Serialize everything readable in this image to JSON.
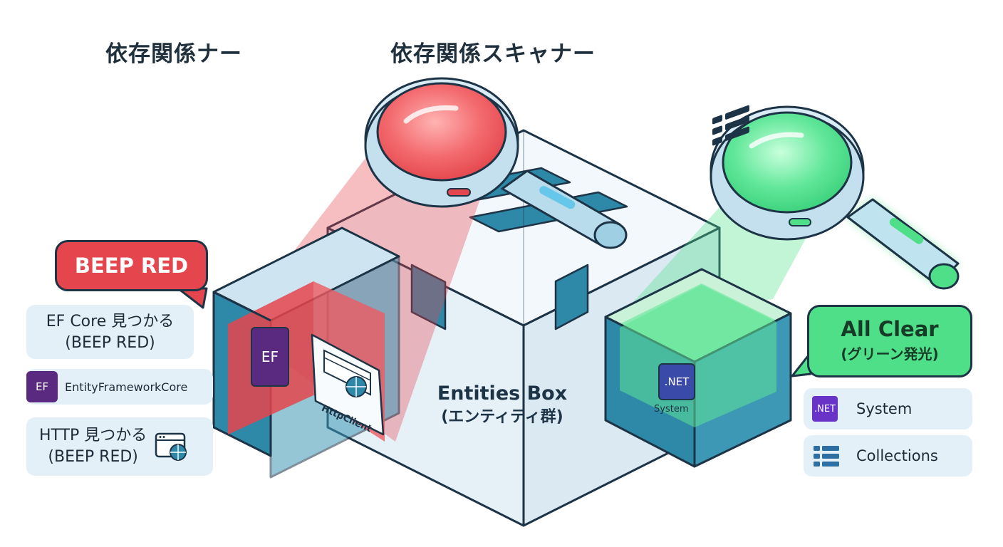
{
  "titles": {
    "left": "依存関係ナー",
    "center": "依存関係スキャナー"
  },
  "red_side": {
    "bubble": "BEEP RED",
    "card_ef_line1": "EF Core 見つかる",
    "card_ef_line2": "(BEEP RED)",
    "ef_icon": "EF",
    "ef_package": "EntityFrameworkCore",
    "card_http_line1": "HTTP 見つかる",
    "card_http_line2": "(BEEP RED)",
    "httpclient_label": "HttpClient"
  },
  "green_side": {
    "bubble_line1": "All Clear",
    "bubble_line2": "(グリーン発光)",
    "net_icon": ".NET",
    "system_label": "System",
    "collections_label": "Collections",
    "inner_system_label": "System"
  },
  "center_box": {
    "label_line1": "Entities Box",
    "label_line2": "(エンティティ群)"
  },
  "icons": [
    "magnifier-red-icon",
    "magnifier-green-icon",
    "ef-icon",
    "net-icon",
    "browser-globe-icon",
    "list-icon"
  ],
  "colors": {
    "outline": "#1d3346",
    "red": "#e5454c",
    "green": "#4fdf89",
    "teal": "#2e88a8",
    "box_face": "#e8f1f7",
    "card_bg": "#e4f0f8",
    "ef_purple": "#5a2a80",
    "net_purple": "#6a33c7"
  }
}
